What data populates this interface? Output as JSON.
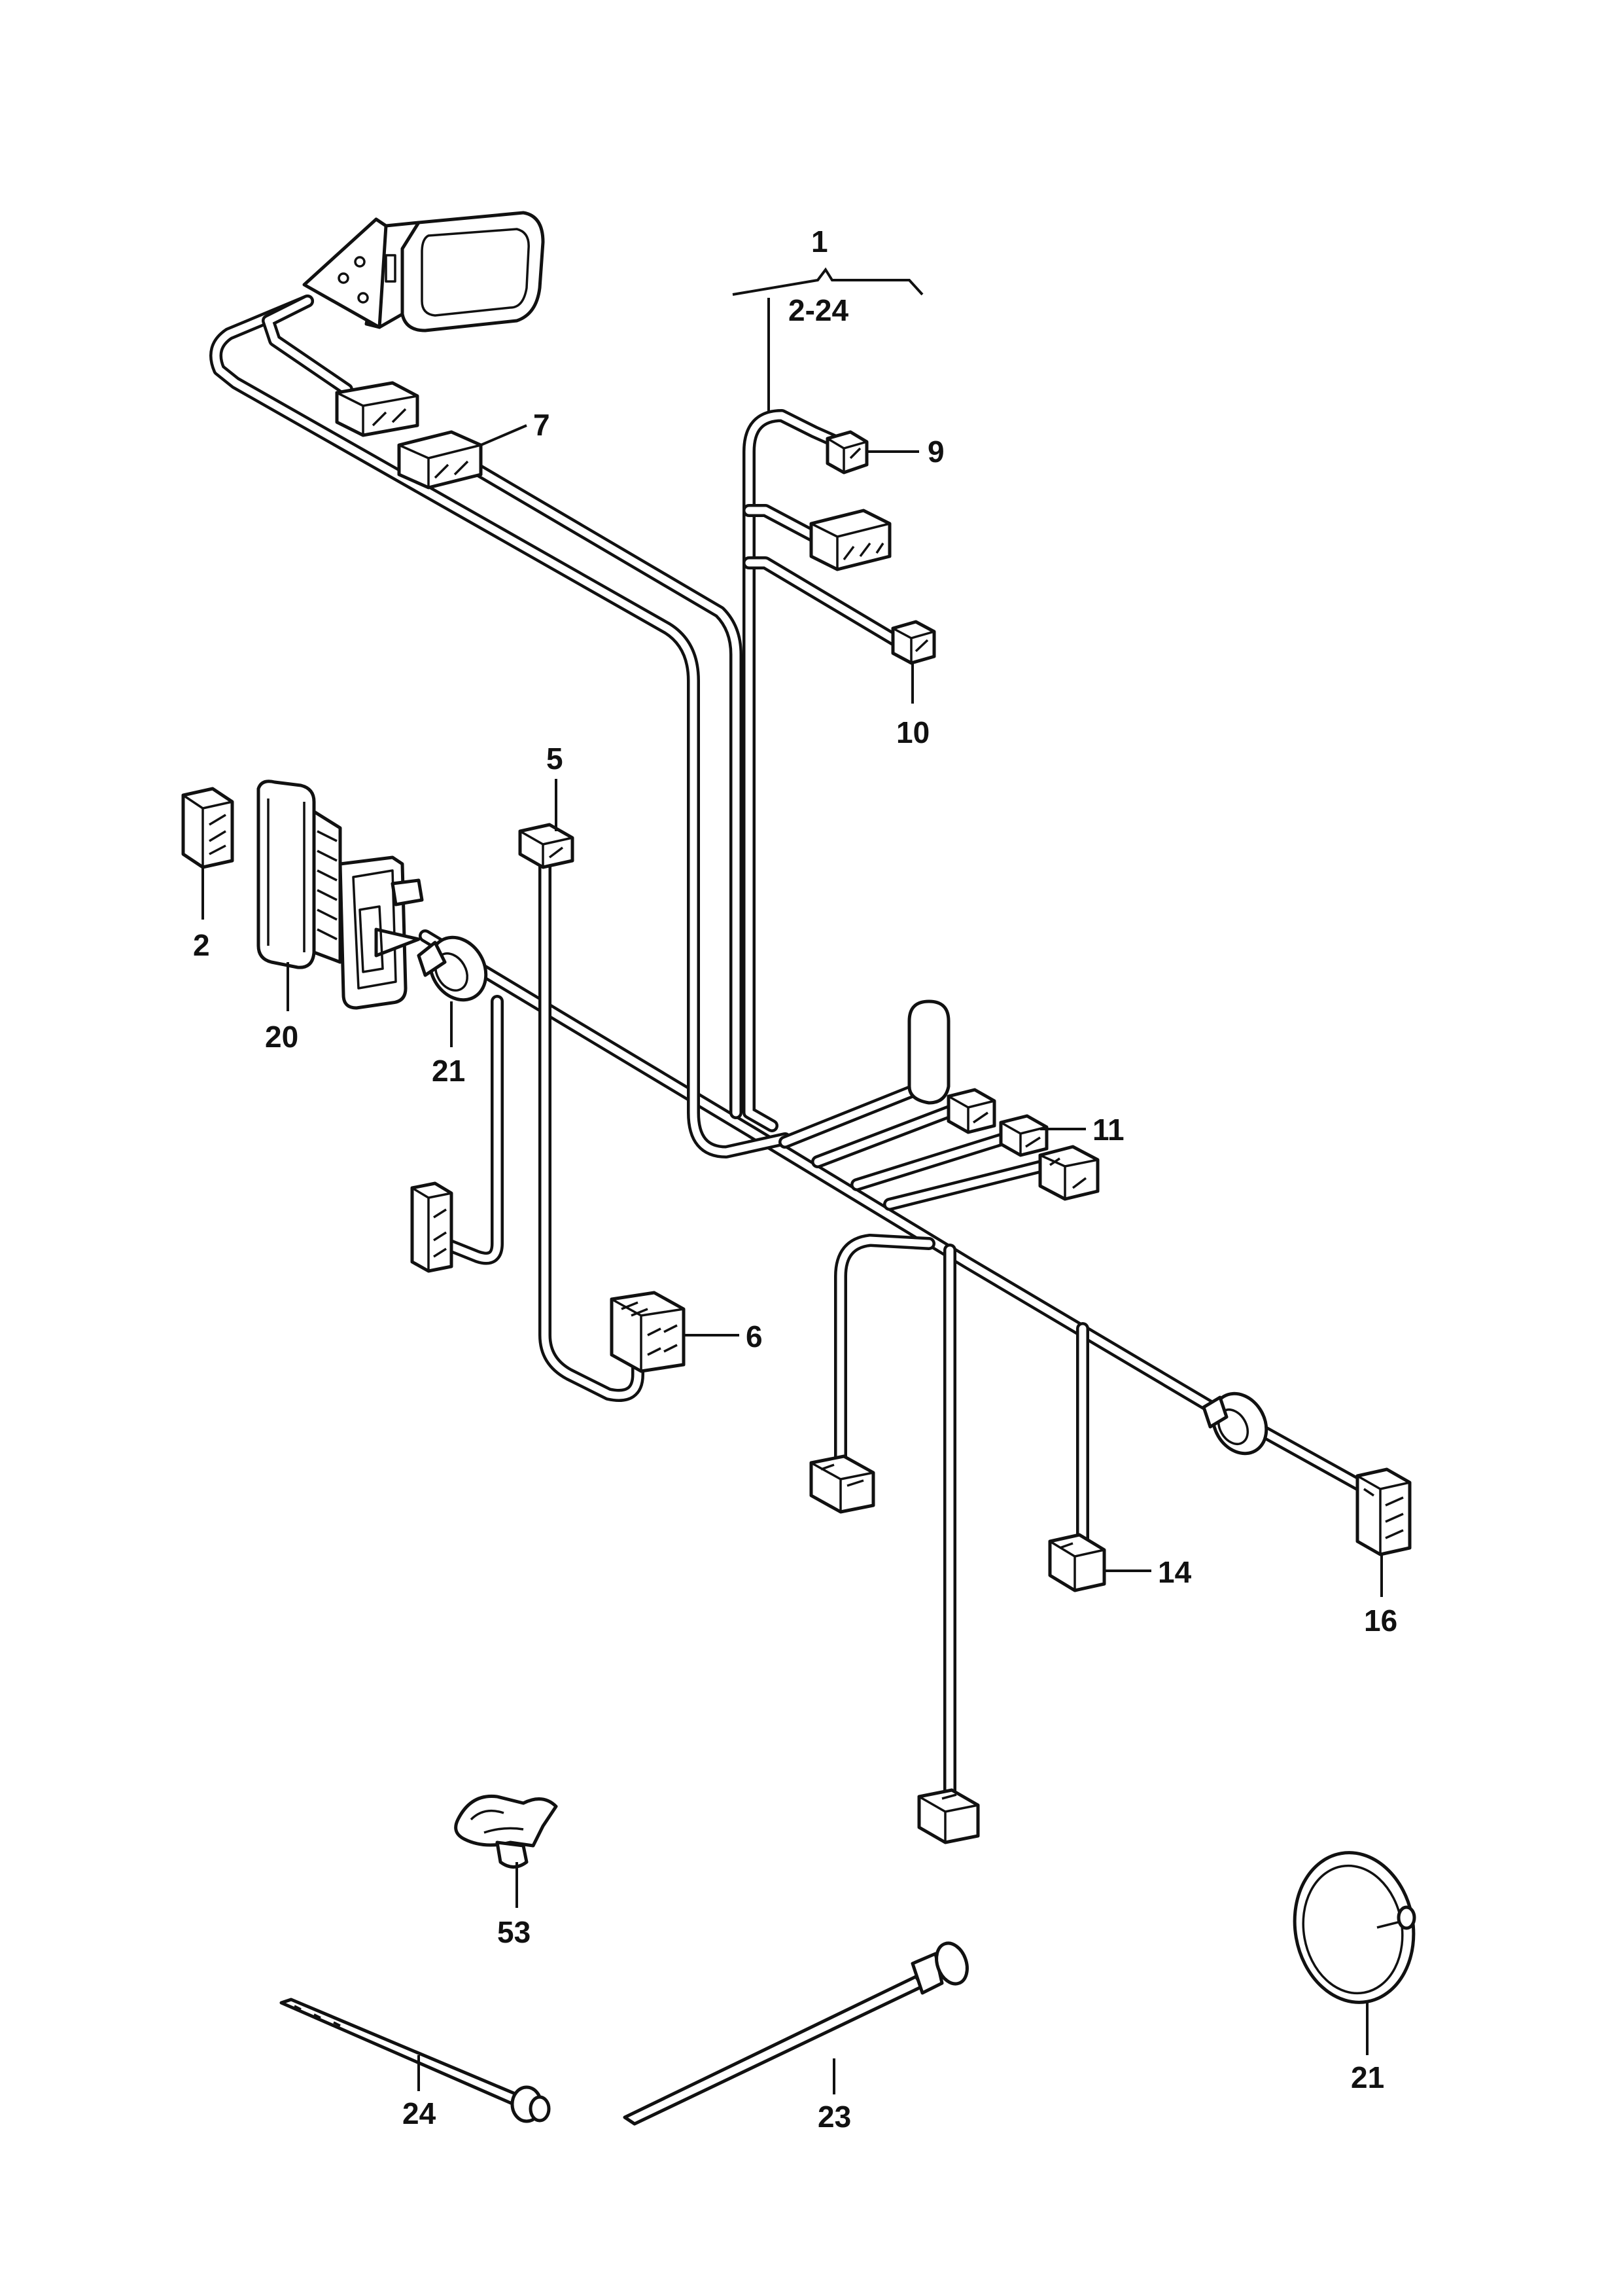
{
  "callouts": {
    "c1": "1",
    "c1_range": "2-24",
    "c2": "2",
    "c5": "5",
    "c6": "6",
    "c7": "7",
    "c9": "9",
    "c10": "10",
    "c11": "11",
    "c14": "14",
    "c16": "16",
    "c20": "20",
    "c21a": "21",
    "c21b": "21",
    "c23": "23",
    "c24": "24",
    "c53": "53"
  }
}
